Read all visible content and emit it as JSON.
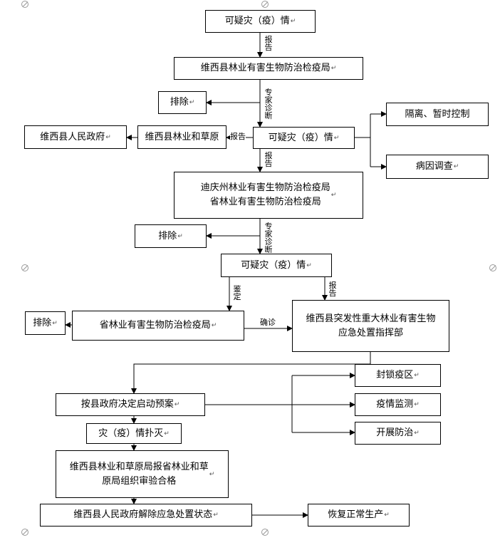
{
  "mark": "↵",
  "nodes": {
    "suspect1": "可疑灾（疫）情",
    "county_bureau": "维西县林业有害生物防治检疫局",
    "exclude1": "排除",
    "county_gov1": "维西县人民政府",
    "county_forestry": "维西县林业和草原",
    "suspect2": "可疑灾（疫）情",
    "isolate": "隔离、暂时控制",
    "cause_investigation": "病因调查",
    "prefecture_bureau": "迪庆州林业有害生物防治检疫局\n省林业有害生物防治检疫局",
    "exclude2": "排除",
    "suspect3": "可疑灾（疫）情",
    "exclude3": "排除",
    "province_bureau": "省林业有害生物防治检疫局",
    "command_hq": "维西县突发性重大林业有害生物\n应急处置指挥部",
    "seal_area": "封锁疫区",
    "monitoring": "疫情监测",
    "prevention": "开展防治",
    "start_plan": "按县政府决定启动预案",
    "extinguish": "灾（疫）情扑灭",
    "acceptance": "维西县林业和草原局报省林业和草\n原局组织审验合格",
    "lift_emergency": "维西县人民政府解除应急处置状态",
    "resume_production": "恢复正常生产"
  },
  "labels": {
    "report1": "报告",
    "expert_diagnosis1": "专家诊断",
    "report_left": "报告",
    "report2": "报告",
    "expert_diagnosis2": "专家诊断",
    "identify": "鉴定",
    "report3": "报告",
    "confirm": "确诊"
  }
}
